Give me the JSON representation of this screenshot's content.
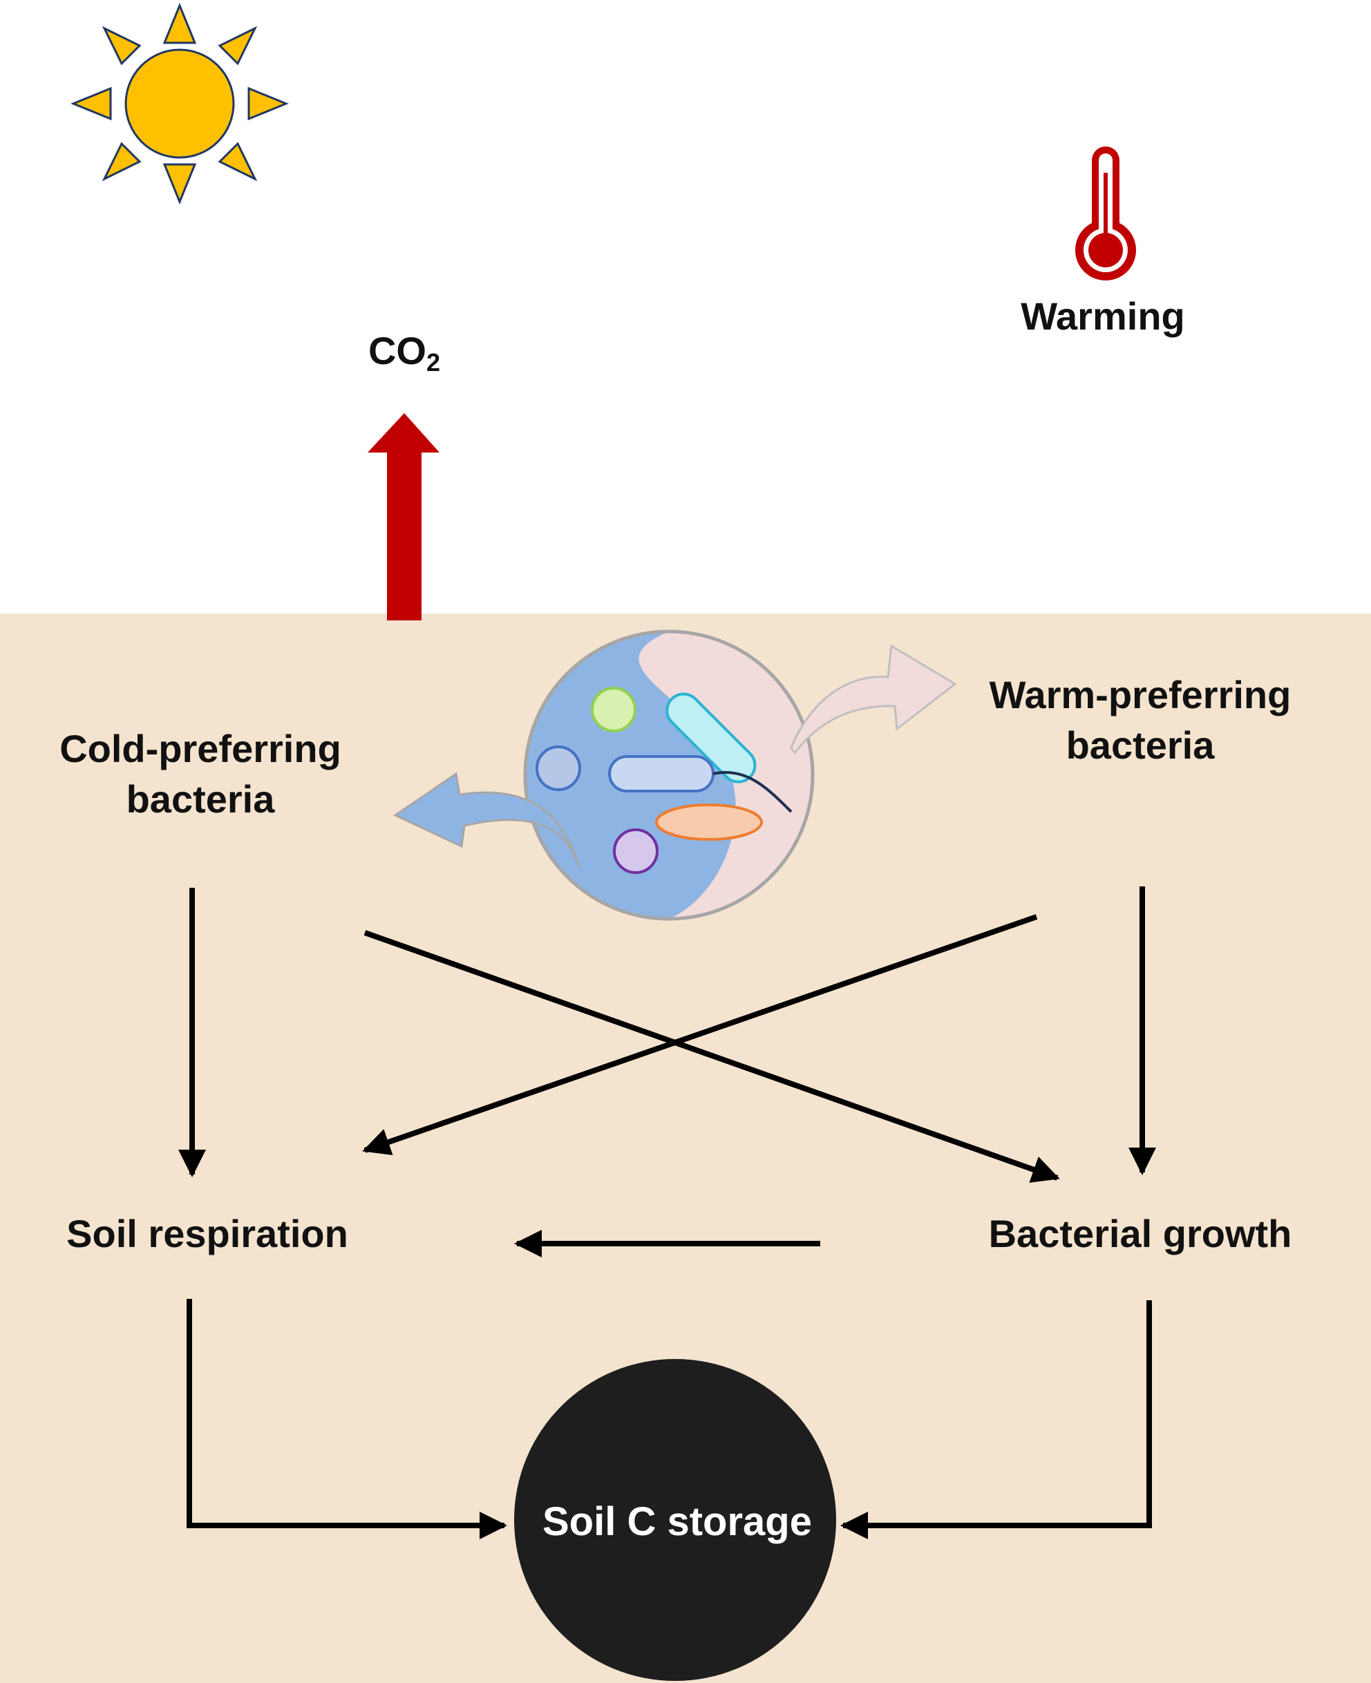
{
  "labels": {
    "warming": "Warming",
    "co2_main": "CO",
    "co2_sub": "2",
    "cold_line1": "Cold-preferring",
    "cold_line2": "bacteria",
    "warm_line1": "Warm-preferring",
    "warm_line2": "bacteria",
    "soil_respiration": "Soil respiration",
    "bacterial_growth": "Bacterial growth",
    "soil_c_storage": "Soil C storage"
  },
  "colors": {
    "sky": "#ffffff",
    "soil": "#f4e4cf",
    "sun_fill": "#ffc000",
    "sun_stroke": "#1f3864",
    "thermometer": "#c00000",
    "co2_arrow": "#c00000",
    "arrows": "#000000",
    "storage_circle": "#1e1e1e",
    "cold_side": "#8eb4e3",
    "warm_side": "#f2dcdb"
  },
  "icons": [
    "sun-icon",
    "thermometer-icon",
    "bacteria-community-icon"
  ]
}
